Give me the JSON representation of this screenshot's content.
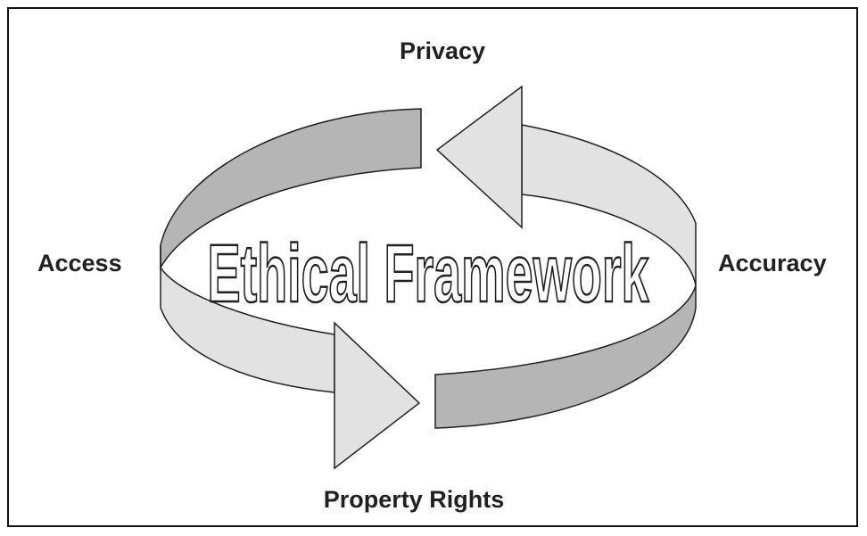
{
  "diagram": {
    "center_title": "Ethical Framework",
    "labels": {
      "top": "Privacy",
      "left": "Access",
      "right": "Accuracy",
      "bottom": "Property Rights"
    },
    "colors": {
      "dark_band": "#b5b5b5",
      "light_band": "#e2e2e2",
      "outline": "#231f20"
    }
  }
}
